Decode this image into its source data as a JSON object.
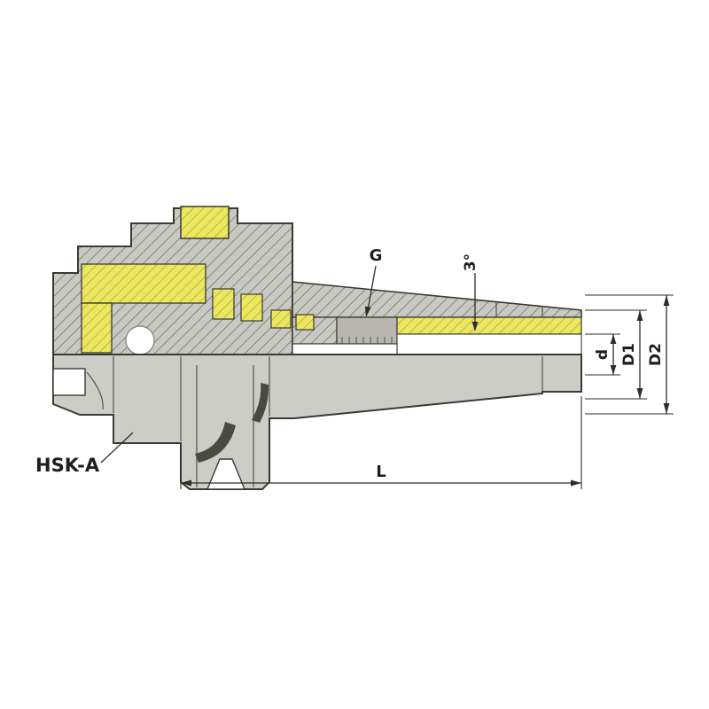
{
  "page": {
    "background": "#ffffff"
  },
  "labels": {
    "shank_type": "HSK-A",
    "thread": "G",
    "taper_angle": "3°",
    "bore_diameter": "d",
    "tip_diameter": "D1",
    "body_diameter": "D2",
    "projection_length": "L"
  },
  "colors": {
    "steel_section": "#c9c9c3",
    "brass_section": "#ebe760",
    "external_surface": "#cdcdc8",
    "outline": "#3a3a33",
    "dimension": "#2e2e29"
  }
}
